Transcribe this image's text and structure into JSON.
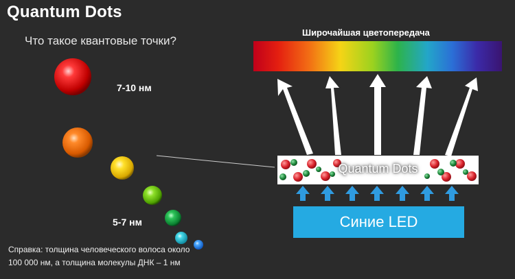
{
  "header": {
    "title": "Quantum Dots",
    "subtitle": "Что такое квантовые точки?"
  },
  "sizes": {
    "large_label": "7-10 нм",
    "small_label": "5-7 нм"
  },
  "note": {
    "line1": "Справка: толщина человеческого волоса около",
    "line2": "100 000 нм, а толщина молекулы ДНК – 1 нм"
  },
  "diagram": {
    "gamut_title": "Широчайшая цветопередача",
    "qd_label": "Quantum Dots",
    "led_label": "Синие LED"
  },
  "colors": {
    "background": "#2b2b2b",
    "led_blue": "#25aae2",
    "arrow_blue": "#2f9be0",
    "dot_red": "#d9222b",
    "dot_green": "#1f8a3c"
  }
}
